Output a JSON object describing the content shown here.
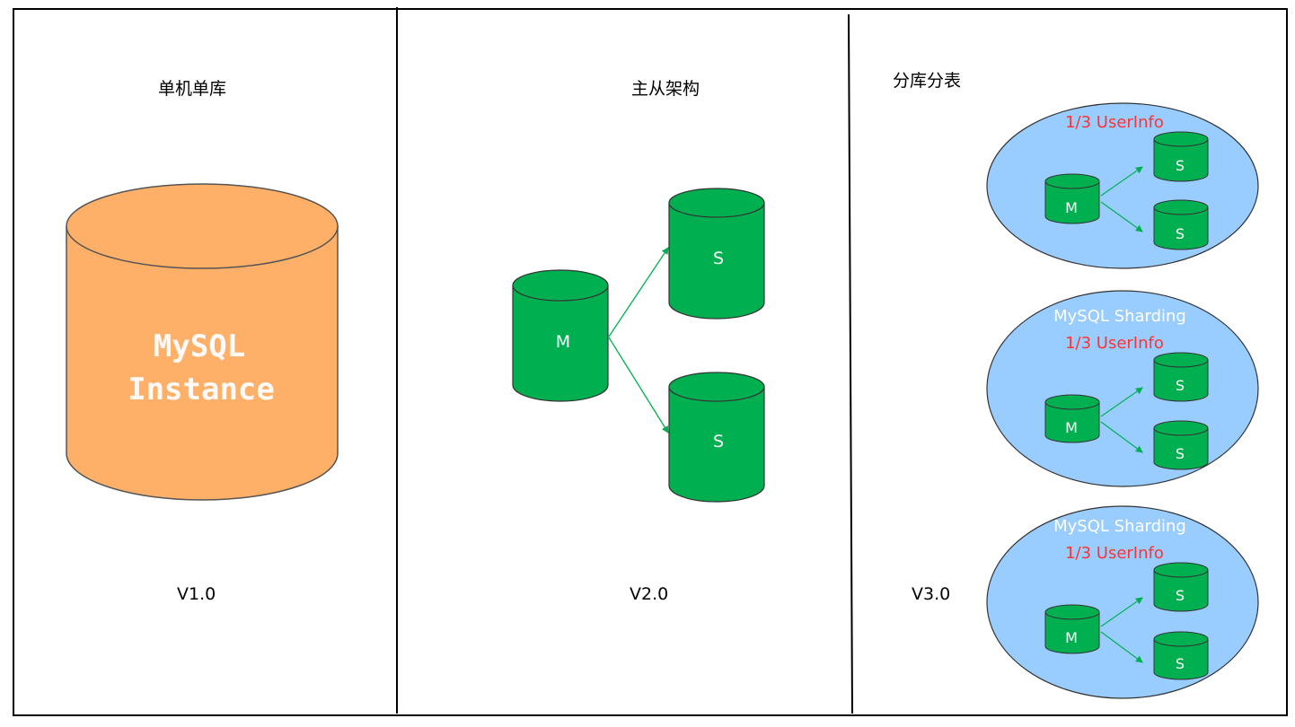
{
  "panels": [
    {
      "title": "单机单库",
      "version": "V1.0"
    },
    {
      "title": "主从架构",
      "version": "V2.0"
    },
    {
      "title": "分库分表",
      "version": "V3.0"
    }
  ],
  "v1": {
    "instance_line1": "MySQL",
    "instance_line2": "Instance"
  },
  "v2": {
    "master_label": "M",
    "slave_label": "S"
  },
  "v3": {
    "shards": [
      {
        "title": "MySQL Sharding",
        "subtitle": "1/3 UserInfo",
        "master_label": "M",
        "slave_label": "S"
      },
      {
        "title": "MySQL Sharding",
        "subtitle": "1/3 UserInfo",
        "master_label": "M",
        "slave_label": "S"
      }
    ],
    "shard3": {
      "title": "MySQL Sharding",
      "subtitle": "1/3 UserInfo",
      "master_label": "M",
      "slave_label": "S"
    }
  },
  "colors": {
    "instance_fill": "#ffb068",
    "db_green": "#00b050",
    "arrow_green": "#00b050",
    "shard_bg": "#99ccff",
    "subtitle_red": "#ff3333"
  }
}
